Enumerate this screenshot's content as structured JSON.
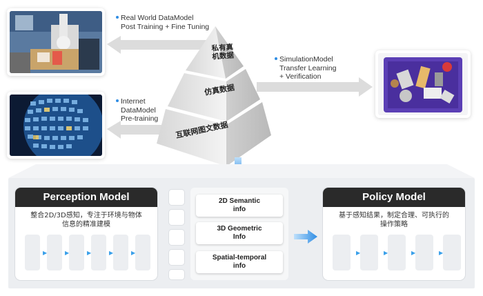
{
  "top": {
    "real_world": {
      "line1": "Real World DataModel",
      "line2": "Post Training + Fine Tuning"
    },
    "internet": {
      "line1": "Internet",
      "line2": "DataModel",
      "line3": "Pre-training"
    },
    "simulation": {
      "line1": "SimulationModel",
      "line2": "Transfer Learning",
      "line3": "+ Verification"
    }
  },
  "pyramid": {
    "tier1_line1": "私有真",
    "tier1_line2": "机数据",
    "tier2": "仿真数据",
    "tier3": "互联网图文数据"
  },
  "perception": {
    "title": "Perception Model",
    "desc_line1": "整合2D/3D感知，专注于环境与物体",
    "desc_line2": "信息的精准建模"
  },
  "info_boxes": [
    {
      "line1": "2D Semantic",
      "line2": "info"
    },
    {
      "line1": "3D Geometric",
      "line2": "Info"
    },
    {
      "line1": "Spatial-temporal",
      "line2": "info"
    }
  ],
  "policy": {
    "title": "Policy Model",
    "desc_line1": "基于感知结果，制定合理、可执行的",
    "desc_line2": "操作策略"
  },
  "colors": {
    "accent": "#2f8de4",
    "dark": "#2a2a2a",
    "panel": "#eceef1"
  }
}
